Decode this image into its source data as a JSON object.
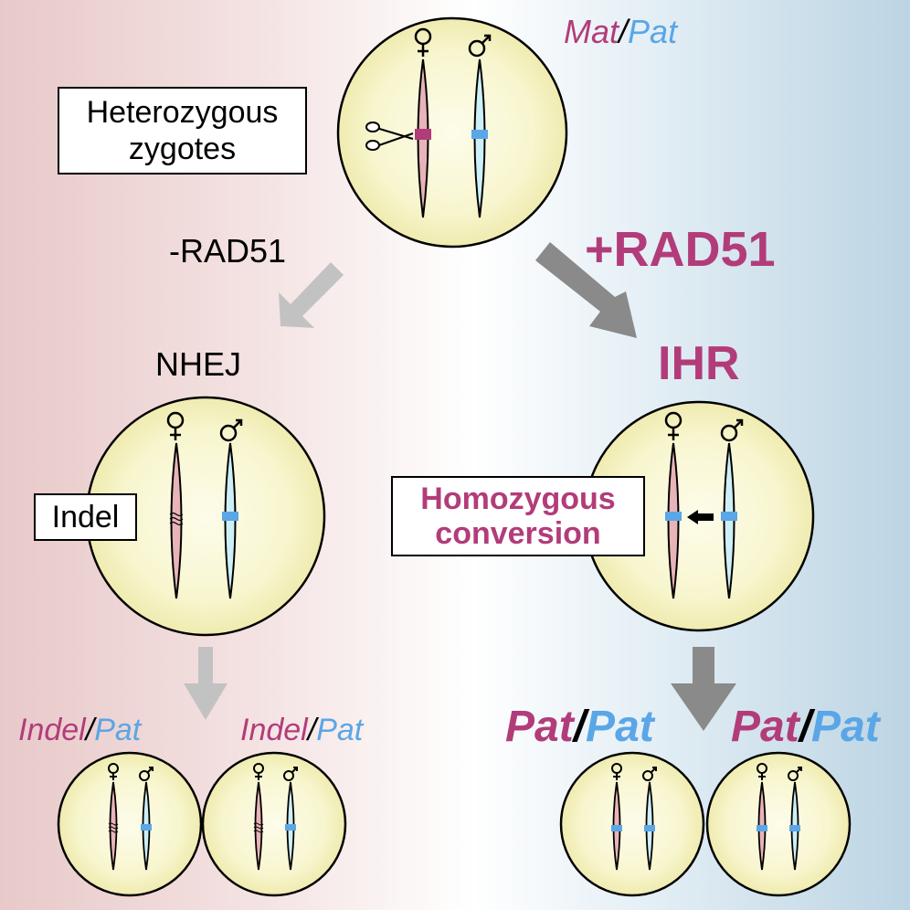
{
  "colors": {
    "maternal_fill": "#e8b4b8",
    "paternal_fill": "#cdeff7",
    "magenta": "#b23c7a",
    "blue": "#5aa6e6",
    "gray_arrow_light": "#c2c2c2",
    "gray_arrow_dark": "#8a8a8a",
    "cell_fill": "#f8f6cf"
  },
  "legend": {
    "maternal": "Mat",
    "separator": "/",
    "paternal": "Pat"
  },
  "top_box": {
    "line1": "Heterozygous",
    "line2": "zygotes"
  },
  "left_branch": {
    "condition": "-RAD51",
    "pathway": "NHEJ",
    "box_label": "Indel",
    "outcome_left": {
      "a": "Indel",
      "sep": "/",
      "b": "Pat"
    },
    "outcome_right": {
      "a": "Indel",
      "sep": "/",
      "b": "Pat"
    }
  },
  "right_branch": {
    "condition": "+RAD51",
    "pathway": "IHR",
    "box_line1": "Homozygous",
    "box_line2": "conversion",
    "outcome_left": {
      "a": "Pat",
      "sep": "/",
      "b": "Pat"
    },
    "outcome_right": {
      "a": "Pat",
      "sep": "/",
      "b": "Pat"
    }
  },
  "icons": [
    "female-symbol-icon",
    "male-symbol-icon",
    "scissors-icon",
    "arrow-icon"
  ]
}
